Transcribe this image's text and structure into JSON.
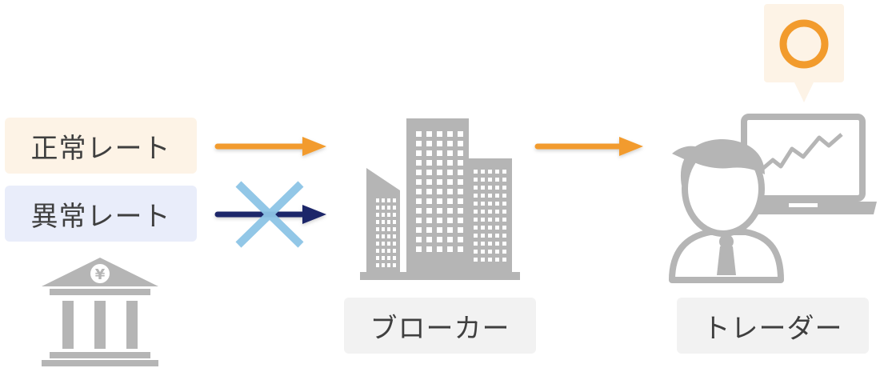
{
  "labels": {
    "normal_rate": "正常レート",
    "abnormal_rate": "異常レート",
    "broker": "ブローカー",
    "trader": "トレーダー"
  },
  "bank": {
    "currency_symbol": "¥"
  },
  "colors": {
    "orange": "#f29b2d",
    "navy": "#1f2769",
    "light_blue": "#8dc5e6",
    "gray": "#b5b5b5",
    "normal_bg": "#fdf3e6",
    "abnormal_bg": "#e9edfa",
    "label_bg": "#f2f2f2"
  },
  "icons": {
    "approval": "circle-o-icon",
    "rejection": "cross-icon",
    "bank": "bank-icon",
    "broker": "buildings-icon",
    "trader": "trader-with-laptop-icon"
  }
}
